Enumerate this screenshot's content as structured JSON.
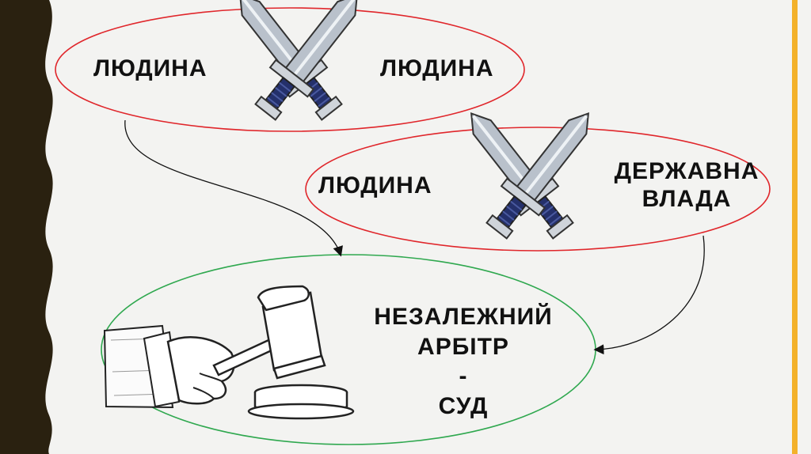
{
  "colors": {
    "wavy_border": "#2a2110",
    "right_stripe": "#f3b12a",
    "conflict_ellipse": "#e0262b",
    "court_ellipse": "#2fa84f",
    "arrow": "#111111",
    "blade": "#b9c1cb",
    "hilt": "#24306b"
  },
  "diagram": {
    "conflict_top": {
      "left_label": "ЛЮДИНА",
      "right_label": "ЛЮДИНА",
      "icon": "crossed-swords-icon"
    },
    "conflict_middle": {
      "left_label": "ЛЮДИНА",
      "right_label_lines": [
        "ДЕРЖАВНА",
        "ВЛАДА"
      ],
      "icon": "crossed-swords-icon"
    },
    "court": {
      "label_lines": [
        "НЕЗАЛЕЖНИЙ",
        "АРБІТР",
        "-",
        "СУД"
      ],
      "icon": "judge-gavel-icon"
    }
  }
}
